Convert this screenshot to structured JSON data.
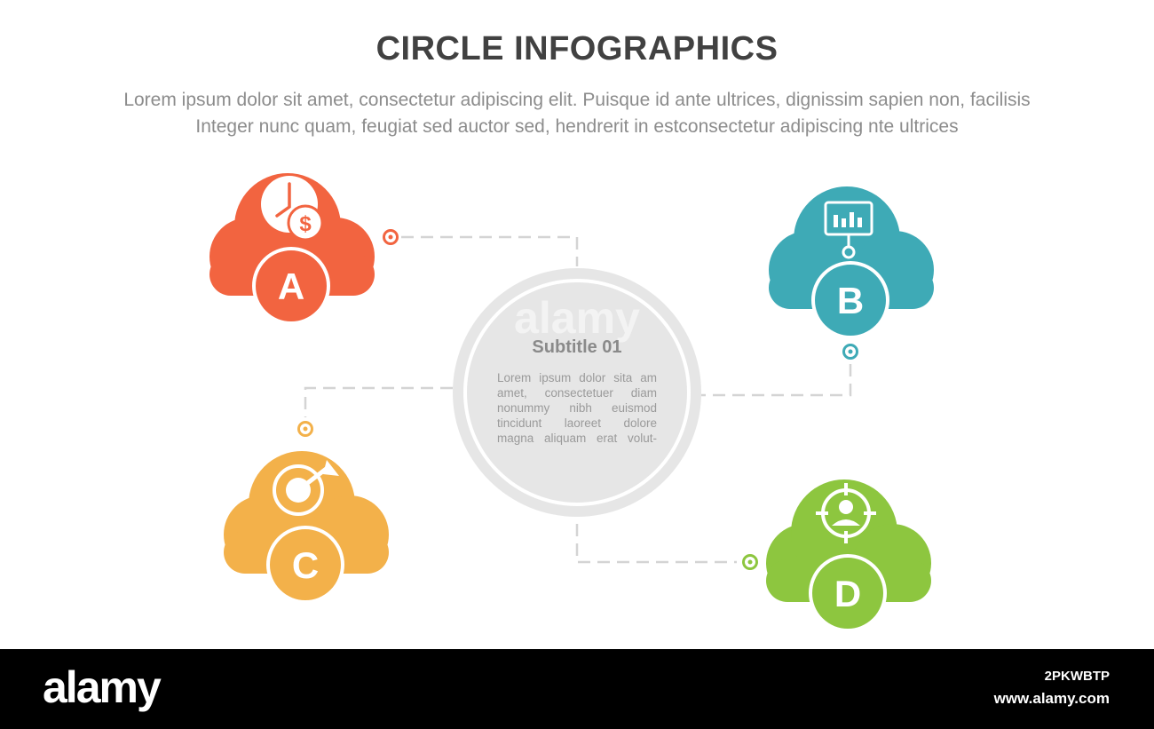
{
  "header": {
    "title": "CIRCLE INFOGRAPHICS",
    "description_line1": "Lorem ipsum dolor sit amet, consectetur adipiscing elit. Puisque id ante ultrices, dignissim sapien non, facilisis",
    "description_line2": "Integer nunc quam, feugiat sed auctor sed, hendrerit in estconsectetur adipiscing nte ultrices"
  },
  "center": {
    "subtitle": "Subtitle 01",
    "body": "Lorem ipsum dolor sita am amet, consectetuer diam nonummy nibh euismod tincidunt laoreet dolore magna aliquam erat volut-",
    "watermark": "alamy"
  },
  "items": [
    {
      "letter": "A",
      "icon": "clock-dollar-icon",
      "color": "#f26440"
    },
    {
      "letter": "B",
      "icon": "chart-board-icon",
      "color": "#3eaab6"
    },
    {
      "letter": "C",
      "icon": "target-arrow-icon",
      "color": "#f3b14a"
    },
    {
      "letter": "D",
      "icon": "user-target-icon",
      "color": "#8dc63f"
    }
  ],
  "colors": {
    "title": "#414141",
    "text": "#8c8c8c",
    "connector": "#d4d4d4",
    "center_ring": "#e6e6e6"
  },
  "footer": {
    "logo": "alamy",
    "image_id": "2PKWBTP",
    "url": "www.alamy.com"
  }
}
